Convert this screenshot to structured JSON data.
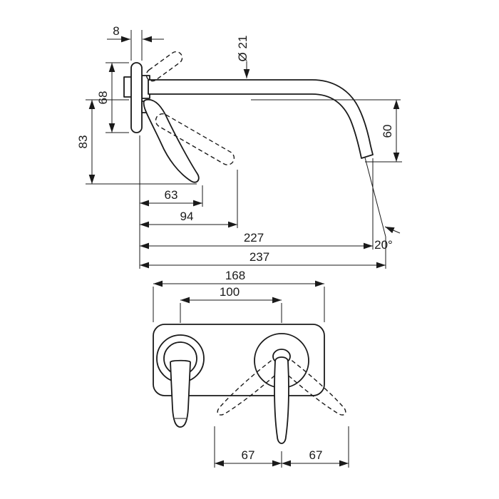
{
  "colors": {
    "line": "#1a1a1a",
    "background": "#ffffff"
  },
  "side_view": {
    "plate_thickness": "8",
    "spout_diameter": "Ø 21",
    "plate_height": "68",
    "height_below_axis": "83",
    "spout_drop": "60",
    "handle_reach": "63",
    "handle_reach_open": "94",
    "spout_reach": "227",
    "overall_reach": "237",
    "stream_angle": "20°"
  },
  "front_view": {
    "plate_width": "168",
    "center_spacing": "100",
    "swing_left": "67",
    "swing_right": "67"
  }
}
